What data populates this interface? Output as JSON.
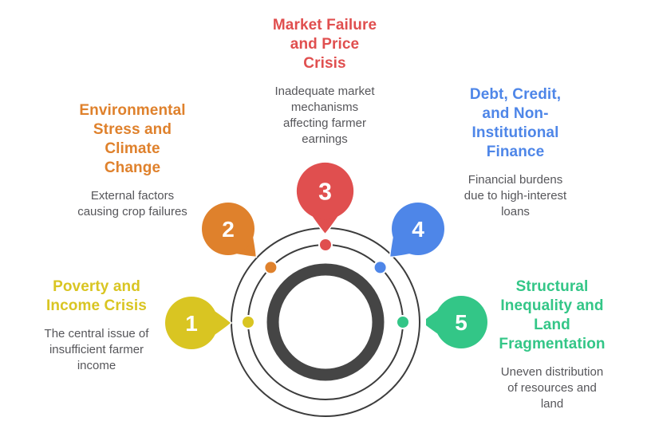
{
  "items": [
    {
      "number": "1",
      "title": "Poverty and\nIncome Crisis",
      "description": "The central issue of\ninsufficient farmer\nincome",
      "color": "#d9c522"
    },
    {
      "number": "2",
      "title": "Environmental\nStress and\nClimate\nChange",
      "description": "External factors\ncausing crop failures",
      "color": "#df812c"
    },
    {
      "number": "3",
      "title": "Market Failure\nand Price\nCrisis",
      "description": "Inadequate market\nmechanisms\naffecting farmer\nearnings",
      "color": "#e04f4f"
    },
    {
      "number": "4",
      "title": "Debt, Credit,\nand Non-\nInstitutional\nFinance",
      "description": "Financial burdens\ndue to high-interest\nloans",
      "color": "#4e86e8"
    },
    {
      "number": "5",
      "title": "Structural\nInequality and\nLand\nFragmentation",
      "description": "Uneven distribution\nof resources and\nland",
      "color": "#33c687"
    }
  ],
  "colors": {
    "background": "#ffffff",
    "center_ring": "#454545",
    "orbit_stroke": "#3c3c3c",
    "description_text": "#56565a",
    "bubble_number_text": "#ffffff"
  }
}
